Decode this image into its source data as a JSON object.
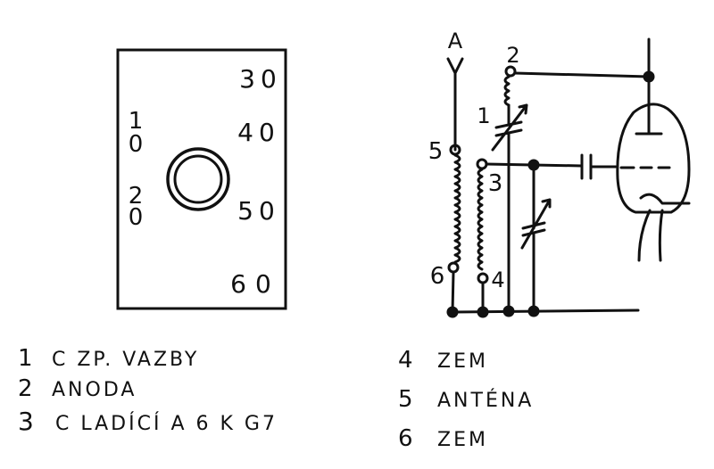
{
  "panel": {
    "left_marks": [
      "1",
      "0",
      "2",
      "0"
    ],
    "right_marks": [
      "30",
      "40",
      "50",
      "60"
    ]
  },
  "schematic": {
    "antenna_label": "A",
    "terminal_labels": {
      "t1": "1",
      "t2": "2",
      "t3": "3",
      "t4": "4",
      "t5": "5",
      "t6": "6"
    }
  },
  "legend": {
    "left": [
      {
        "num": "1",
        "text": "C ZP. VAZBY"
      },
      {
        "num": "2",
        "text": "ANODA"
      },
      {
        "num": "3",
        "text": "C LADÍCÍ A 6 K G7"
      }
    ],
    "right": [
      {
        "num": "4",
        "text": "ZEM"
      },
      {
        "num": "5",
        "text": "ANTÉNA"
      },
      {
        "num": "6",
        "text": "ZEM"
      }
    ]
  }
}
